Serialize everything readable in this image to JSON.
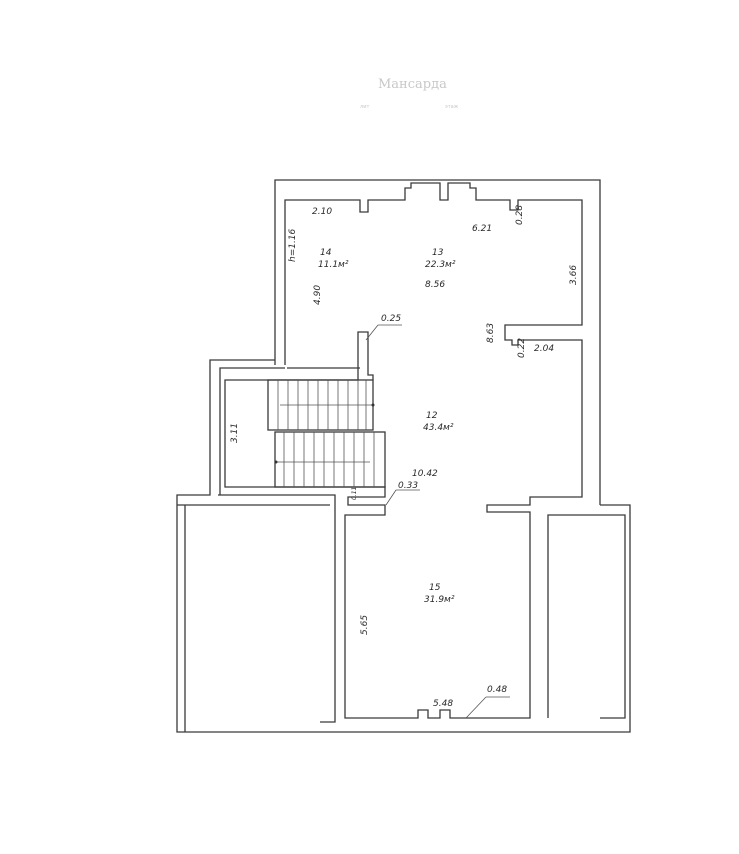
{
  "title": {
    "text": "Мансарда",
    "sub_left": "лит",
    "sub_right": "этаж"
  },
  "rooms": [
    {
      "number": "14",
      "area": "11.1м²"
    },
    {
      "number": "13",
      "area": "22.3м²"
    },
    {
      "number": "12",
      "area": "43.4м²"
    },
    {
      "number": "15",
      "area": "31.9м²"
    }
  ],
  "dimensions": {
    "d210": "2.10",
    "d621": "6.21",
    "d028": "0.28",
    "h116": "h=1.16",
    "d490": "4.90",
    "d856": "8.56",
    "d366": "3.66",
    "d025": "0.25",
    "d863": "8.63",
    "d022": "0.22",
    "d204": "2.04",
    "d311": "3.11",
    "d1042": "10.42",
    "d033": "0.33",
    "d011": "0.11",
    "d565": "5.65",
    "d548": "5.48",
    "d048": "0.48"
  },
  "colors": {
    "line": "#3a3a3a",
    "paper": "#ffffff"
  }
}
